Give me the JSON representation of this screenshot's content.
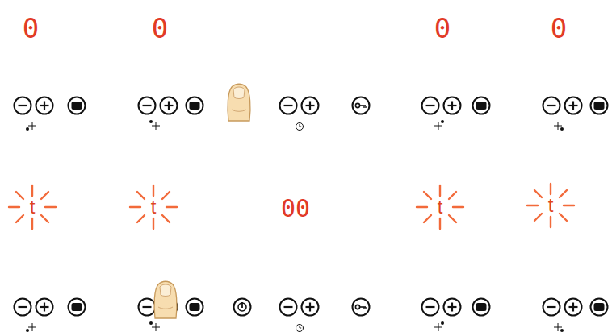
{
  "diagram": {
    "labels": [
      "0",
      "0",
      "0",
      "0",
      "t",
      "t",
      "t",
      "t",
      "00"
    ]
  }
}
